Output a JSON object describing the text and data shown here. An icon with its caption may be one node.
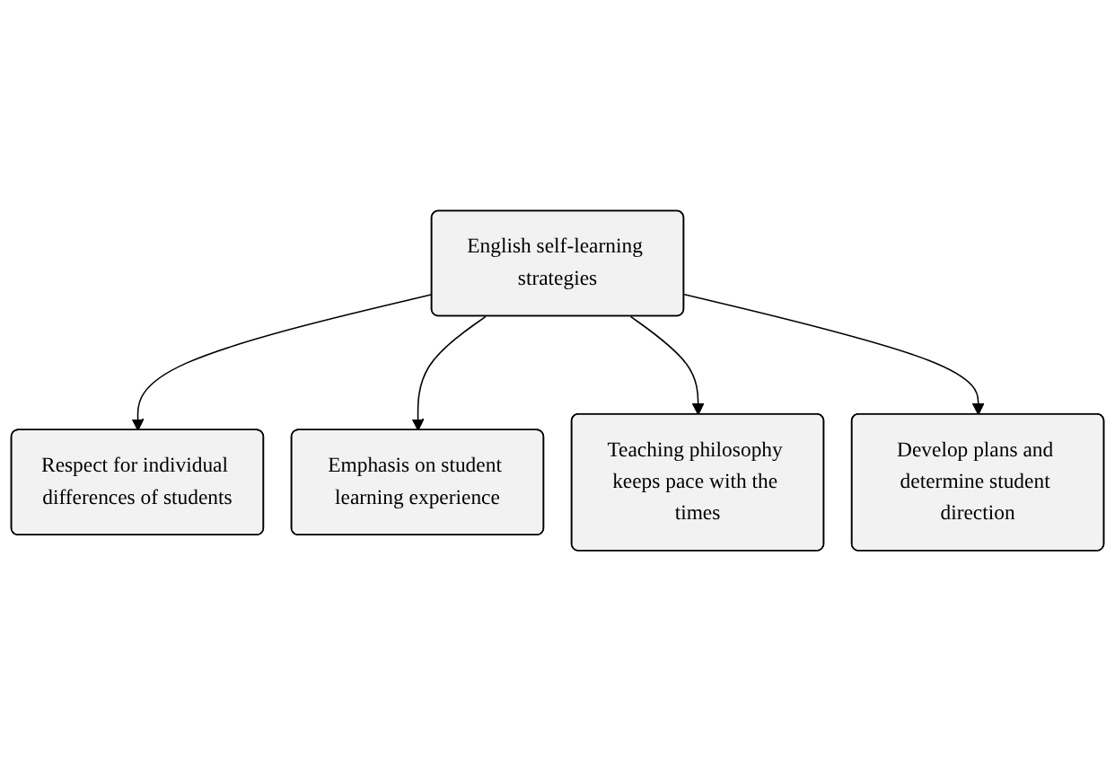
{
  "diagram": {
    "nodes": [
      {
        "text": [
          "Respect for individual differences of students"
        ]
      },
      {
        "text": [
          "Emphasis on student learning experience"
        ]
      },
      {
        "text": [
          "English self-learning strategies"
        ]
      },
      {
        "text": [
          "Teaching philosophy keeps pace with the times"
        ]
      },
      {
        "text": [
          "Develop plans and determine student direction"
        ]
      }
    ],
    "edges": [
      {
        "from": 2,
        "to": 0,
        "arrow": "to"
      },
      {
        "from": 2,
        "to": 1,
        "arrow": "to"
      },
      {
        "from": 2,
        "to": 3,
        "arrow": "to"
      },
      {
        "from": 2,
        "to": 4,
        "arrow": "to"
      }
    ]
  }
}
